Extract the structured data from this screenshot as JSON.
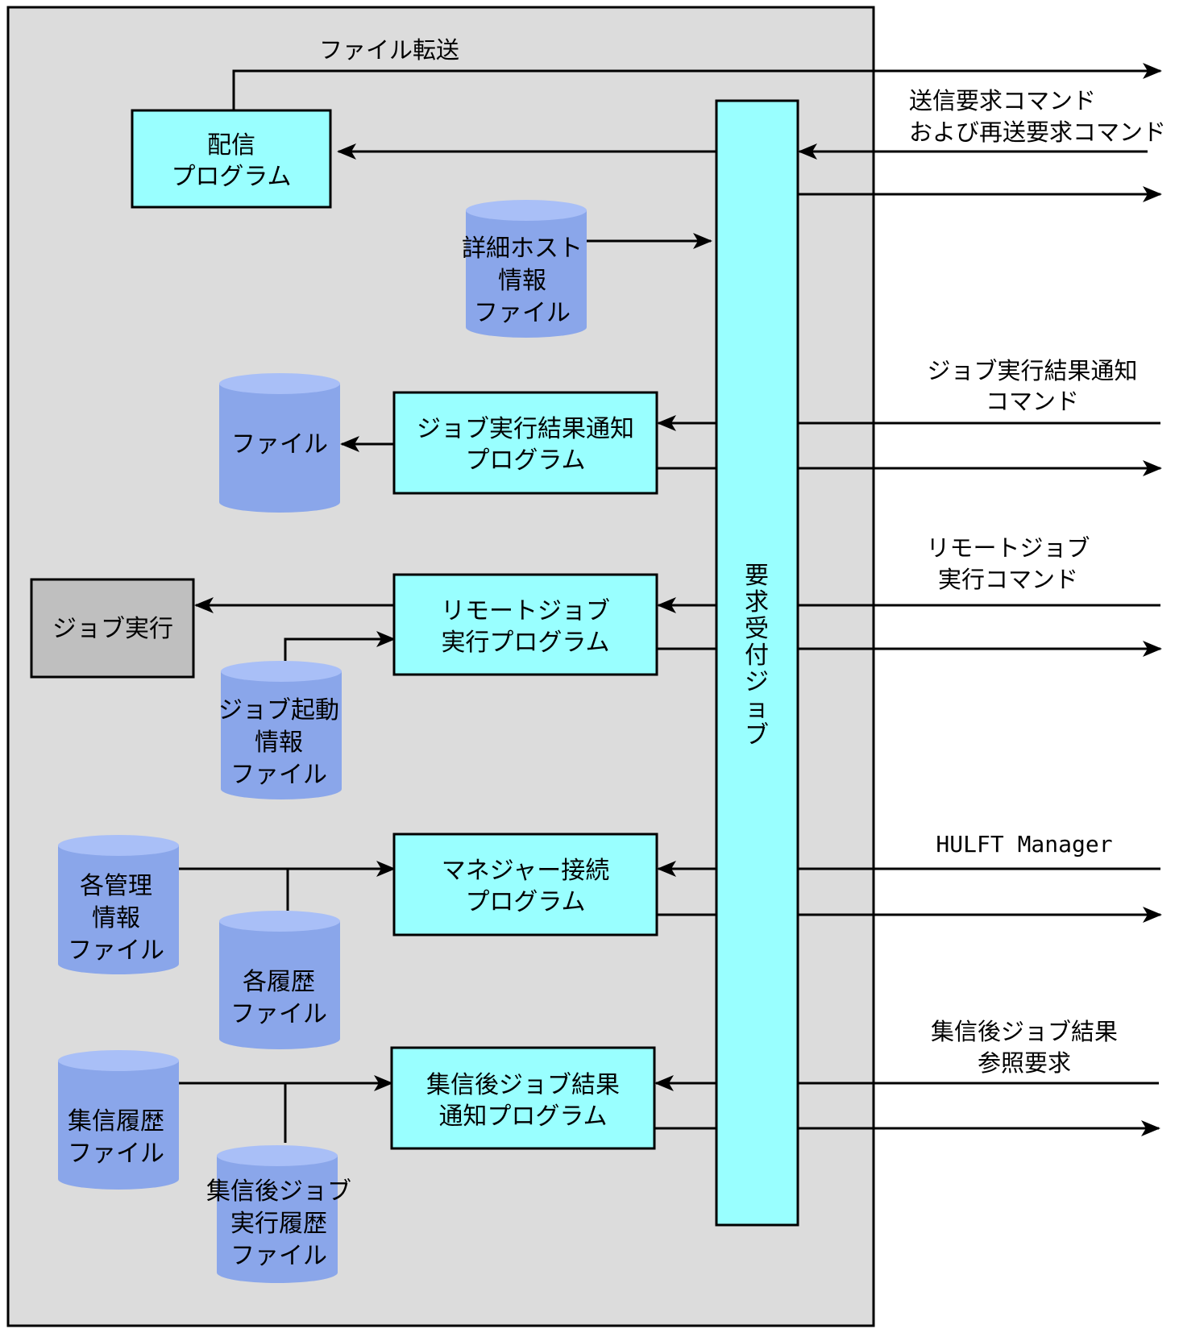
{
  "programs": {
    "haishin": {
      "line1": "配信",
      "line2": "プログラム"
    },
    "job_result": {
      "line1": "ジョブ実行結果通知",
      "line2": "プログラム"
    },
    "remote_job": {
      "line1": "リモートジョブ",
      "line2": "実行プログラム"
    },
    "manager": {
      "line1": "マネジャー接続",
      "line2": "プログラム"
    },
    "post_recv": {
      "line1": "集信後ジョブ結果",
      "line2": "通知プログラム"
    }
  },
  "request_job": {
    "label_chars": [
      "要",
      "求",
      "受",
      "付",
      "ジ",
      "ョ",
      "ブ"
    ]
  },
  "job_exec": {
    "label": "ジョブ実行"
  },
  "files": {
    "host_detail": [
      "詳細ホスト",
      "情報",
      "ファイル"
    ],
    "file": [
      "ファイル"
    ],
    "job_start": [
      "ジョブ起動",
      "情報",
      "ファイル"
    ],
    "mgmt_info": [
      "各管理",
      "情報",
      "ファイル"
    ],
    "history": [
      "各履歴",
      "ファイル"
    ],
    "recv_history": [
      "集信履歴",
      "ファイル"
    ],
    "post_recv_history": [
      "集信後ジョブ",
      "実行履歴",
      "ファイル"
    ]
  },
  "external": {
    "file_transfer": "ファイル転送",
    "send_request": [
      "送信要求コマンド",
      "および再送要求コマンド"
    ],
    "job_result_cmd": [
      "ジョブ実行結果通知",
      "コマンド"
    ],
    "remote_job_cmd": [
      "リモートジョブ",
      "実行コマンド"
    ],
    "hulft_manager": "HULFT Manager",
    "post_recv_ref": [
      "集信後ジョブ結果",
      "参照要求"
    ]
  },
  "colors": {
    "program_box": "#99ffff",
    "frame_bg": "#dcdcdc",
    "cylinder": "#8aa6ea",
    "job_exec_box": "#bfbfbf"
  }
}
